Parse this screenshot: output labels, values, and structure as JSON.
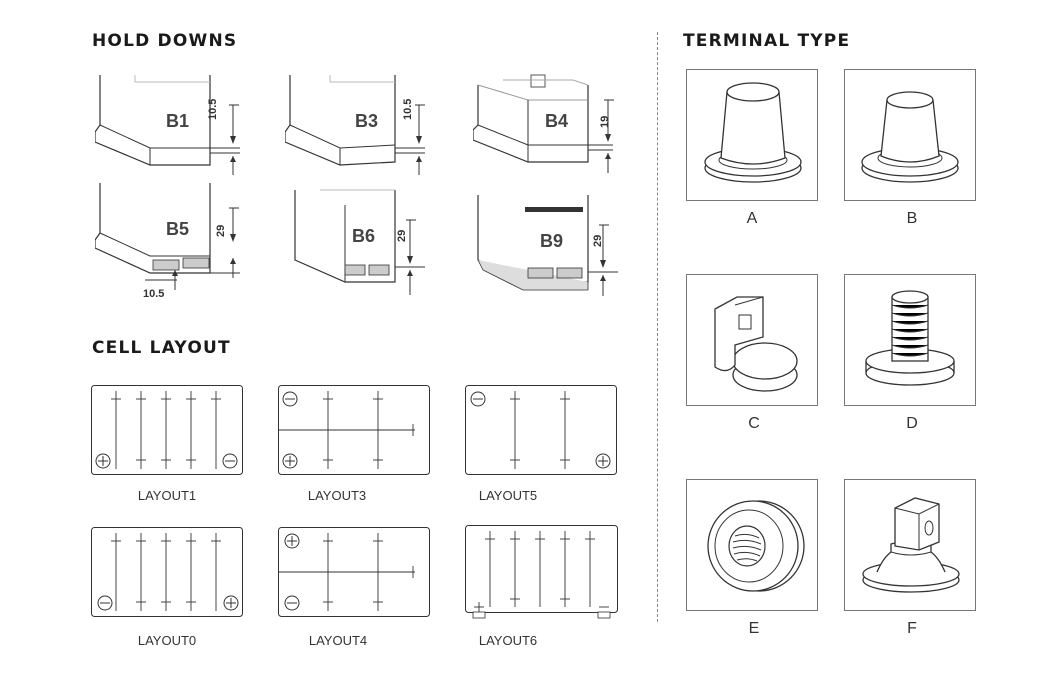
{
  "hold_downs": {
    "heading": "HOLD DOWNS",
    "items": [
      {
        "code": "B1",
        "dim": "10.5"
      },
      {
        "code": "B3",
        "dim": "10.5"
      },
      {
        "code": "B4",
        "dim": "19"
      },
      {
        "code": "B5",
        "dim": "29",
        "extra_dim": "10.5"
      },
      {
        "code": "B6",
        "dim": "29"
      },
      {
        "code": "B9",
        "dim": "29"
      }
    ]
  },
  "cell_layout": {
    "heading": "CELL LAYOUT",
    "items": [
      {
        "label": "LAYOUT1"
      },
      {
        "label": "LAYOUT3"
      },
      {
        "label": "LAYOUT5"
      },
      {
        "label": "LAYOUT0"
      },
      {
        "label": "LAYOUT4"
      },
      {
        "label": "LAYOUT6"
      }
    ]
  },
  "terminal_type": {
    "heading": "TERMINAL TYPE",
    "items": [
      {
        "label": "A"
      },
      {
        "label": "B"
      },
      {
        "label": "C"
      },
      {
        "label": "D"
      },
      {
        "label": "E"
      },
      {
        "label": "F"
      }
    ]
  }
}
